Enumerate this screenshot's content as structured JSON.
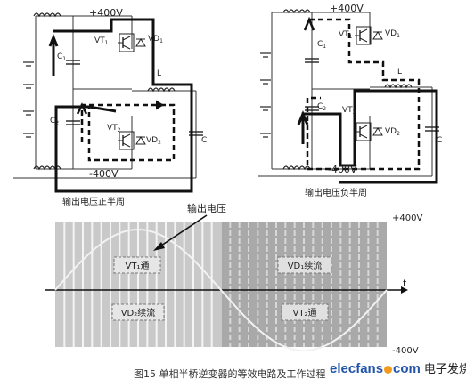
{
  "circuit_left": {
    "voltage_top": "+400V",
    "voltage_bottom": "-400V",
    "labels": {
      "vt1": "VT",
      "vt1_sub": "1",
      "vd1": "VD",
      "vd1_sub": "1",
      "c1": "C",
      "c1_sub": "1",
      "c2": "C",
      "c2_sub": "2",
      "vt2": "VT",
      "vt2_sub": "2",
      "vd2": "VD",
      "vd2_sub": "2",
      "l": "L",
      "c": "C"
    },
    "caption": "输出电压正半周"
  },
  "circuit_right": {
    "voltage_top": "+400V",
    "voltage_bottom": "-400V",
    "labels": {
      "vt1": "VT",
      "vt1_sub": "1",
      "vd1": "VD",
      "vd1_sub": "1",
      "c1": "C",
      "c1_sub": "1",
      "c2": "C",
      "c2_sub": "2",
      "vt2": "VT",
      "vt2_sub": "2",
      "vd2": "VD",
      "vd2_sub": "2",
      "l": "L",
      "c": "C"
    },
    "caption": "输出电压负半周"
  },
  "waveform": {
    "annotation": "输出电压",
    "vmax_label": "+400V",
    "vmin_label": "-400V",
    "t_label": "t",
    "box_top_left": "VT₁通",
    "box_bottom_left": "VD₂续流",
    "box_top_right": "VD₁续流",
    "box_bottom_right": "VT₂通"
  },
  "caption": "图15 单相半桥逆变器的等效电路及工作过程",
  "logo": {
    "text": "elecfans",
    "dot": ".",
    "domain": "com",
    "cn": "电子发烧友"
  }
}
